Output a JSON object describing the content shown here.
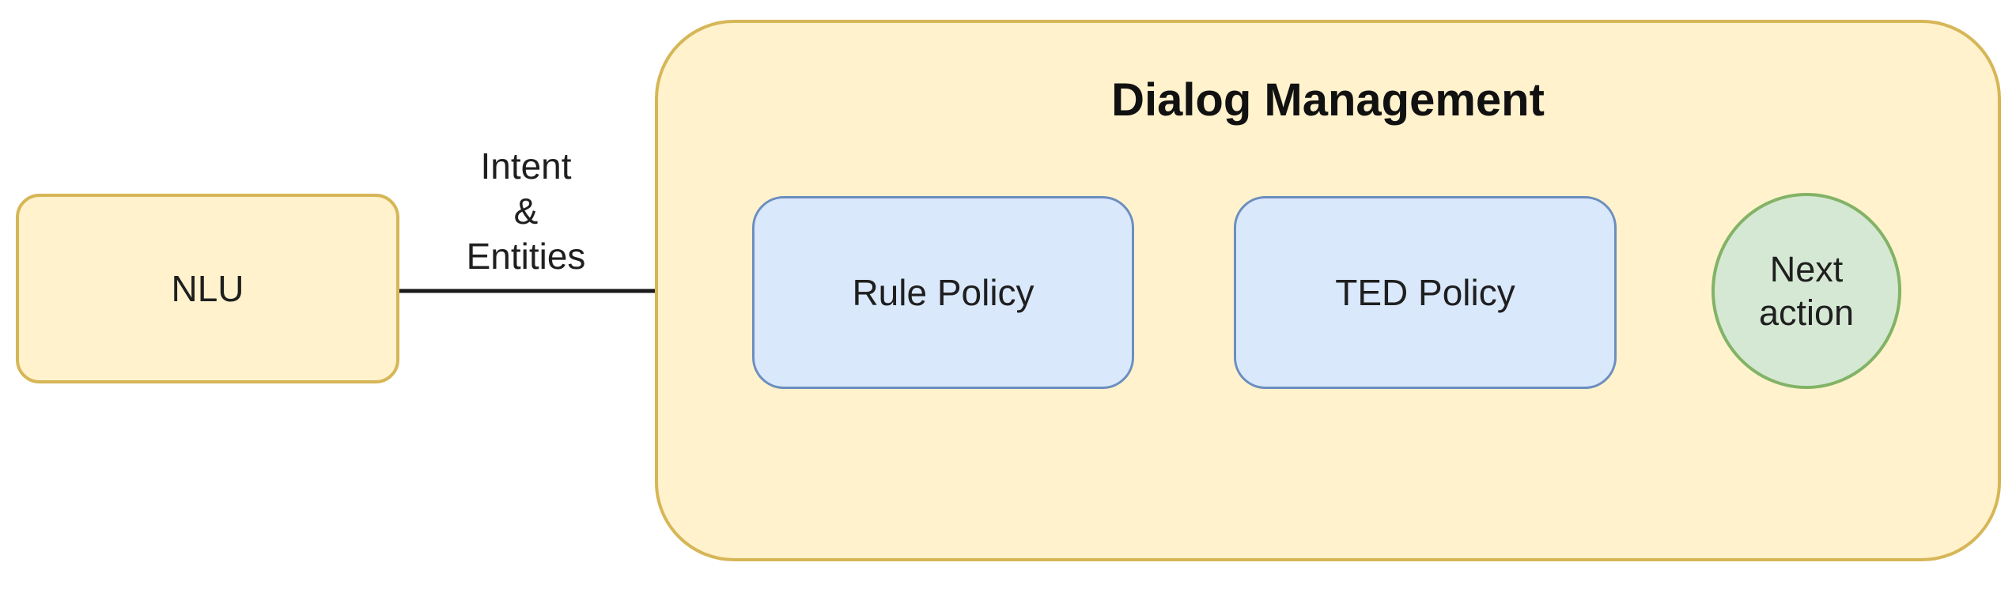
{
  "colors": {
    "background": "#FFFFFF",
    "yellow_fill": "#FFF2CC",
    "yellow_border": "#D6B656",
    "blue_fill": "#DAE8FC",
    "blue_border": "#6C8EBF",
    "green_fill": "#D5E8D4",
    "green_border": "#82B366",
    "arrow_color": "#1A1A1A",
    "text_color": "#1F1F1F"
  },
  "nodes": {
    "nlu": {
      "label": "NLU"
    },
    "dialog_management": {
      "title": "Dialog Management"
    },
    "rule_policy": {
      "label": "Rule Policy"
    },
    "ted_policy": {
      "label": "TED Policy"
    },
    "next_action": {
      "label_lines": [
        "Next",
        "action"
      ]
    }
  },
  "edges": {
    "nlu_to_dialog": {
      "label_lines": [
        "Intent",
        "&",
        "Entities"
      ]
    },
    "rule_to_ted": {
      "label": ""
    },
    "ted_to_next_action": {
      "label": ""
    }
  }
}
